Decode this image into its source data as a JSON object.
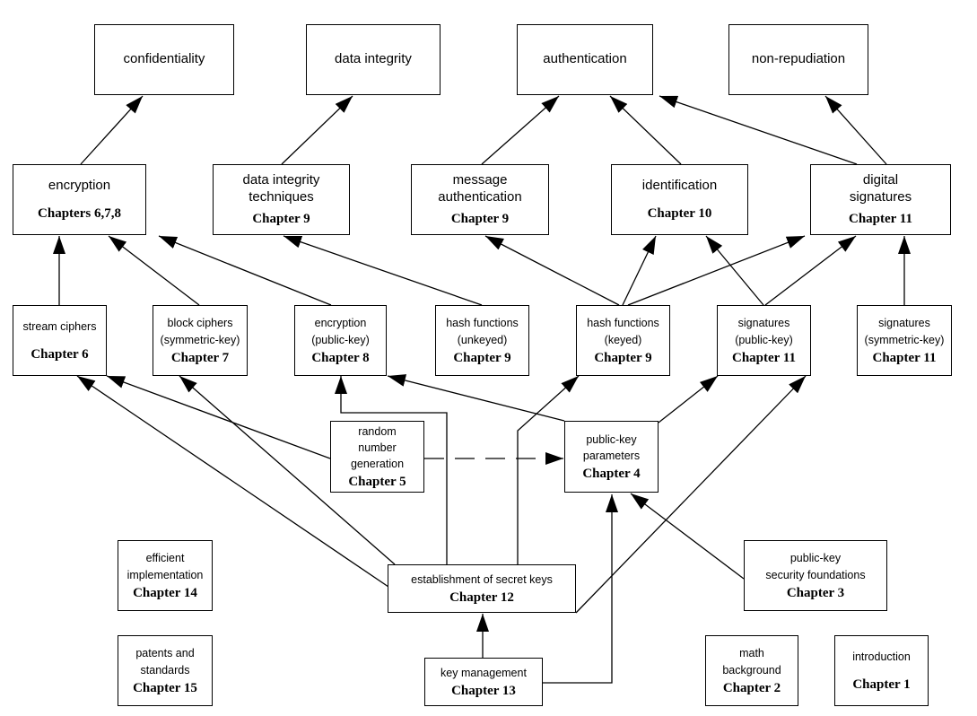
{
  "nodes": {
    "confidentiality": {
      "lines": [
        "confidentiality"
      ],
      "chapter": ""
    },
    "data_integrity": {
      "lines": [
        "data integrity"
      ],
      "chapter": ""
    },
    "authentication": {
      "lines": [
        "authentication"
      ],
      "chapter": ""
    },
    "non_repudiation": {
      "lines": [
        "non-repudiation"
      ],
      "chapter": ""
    },
    "encryption": {
      "lines": [
        "encryption"
      ],
      "chapter": "Chapters 6,7,8"
    },
    "data_integrity_techniques": {
      "lines": [
        "data integrity",
        "techniques"
      ],
      "chapter": "Chapter 9"
    },
    "message_authentication": {
      "lines": [
        "message",
        "authentication"
      ],
      "chapter": "Chapter 9"
    },
    "identification": {
      "lines": [
        "identification"
      ],
      "chapter": "Chapter 10"
    },
    "digital_signatures": {
      "lines": [
        "digital",
        "signatures"
      ],
      "chapter": "Chapter 11"
    },
    "stream_ciphers": {
      "lines": [
        "stream ciphers"
      ],
      "chapter": "Chapter 6"
    },
    "block_ciphers": {
      "lines": [
        "block ciphers",
        "(symmetric-key)"
      ],
      "chapter": "Chapter 7"
    },
    "encryption_public_key": {
      "lines": [
        "encryption",
        "(public-key)"
      ],
      "chapter": "Chapter 8"
    },
    "hash_unkeyed": {
      "lines": [
        "hash functions",
        "(unkeyed)"
      ],
      "chapter": "Chapter 9"
    },
    "hash_keyed": {
      "lines": [
        "hash functions",
        "(keyed)"
      ],
      "chapter": "Chapter 9"
    },
    "signatures_public_key": {
      "lines": [
        "signatures",
        "(public-key)"
      ],
      "chapter": "Chapter 11"
    },
    "signatures_symmetric_key": {
      "lines": [
        "signatures",
        "(symmetric-key)"
      ],
      "chapter": "Chapter 11"
    },
    "random_number_generation": {
      "lines": [
        "random",
        "number",
        "generation"
      ],
      "chapter": "Chapter 5"
    },
    "public_key_parameters": {
      "lines": [
        "public-key",
        "parameters"
      ],
      "chapter": "Chapter 4"
    },
    "efficient_implementation": {
      "lines": [
        "efficient",
        "implementation"
      ],
      "chapter": "Chapter 14"
    },
    "establishment_secret_keys": {
      "lines": [
        "establishment of secret keys"
      ],
      "chapter": "Chapter 12"
    },
    "public_key_security_foundations": {
      "lines": [
        "public-key",
        "security foundations"
      ],
      "chapter": "Chapter 3"
    },
    "patents_and_standards": {
      "lines": [
        "patents and",
        "standards"
      ],
      "chapter": "Chapter 15"
    },
    "key_management": {
      "lines": [
        "key management"
      ],
      "chapter": "Chapter 13"
    },
    "math_background": {
      "lines": [
        "math",
        "background"
      ],
      "chapter": "Chapter 2"
    },
    "introduction": {
      "lines": [
        "introduction"
      ],
      "chapter": "Chapter 1"
    }
  },
  "edges": [
    {
      "from": "encryption",
      "to": "confidentiality"
    },
    {
      "from": "data_integrity_techniques",
      "to": "data_integrity"
    },
    {
      "from": "message_authentication",
      "to": "authentication"
    },
    {
      "from": "identification",
      "to": "authentication"
    },
    {
      "from": "digital_signatures",
      "to": "authentication"
    },
    {
      "from": "digital_signatures",
      "to": "non_repudiation"
    },
    {
      "from": "stream_ciphers",
      "to": "encryption"
    },
    {
      "from": "block_ciphers",
      "to": "encryption"
    },
    {
      "from": "encryption_public_key",
      "to": "encryption"
    },
    {
      "from": "hash_unkeyed",
      "to": "data_integrity_techniques"
    },
    {
      "from": "hash_keyed",
      "to": "message_authentication"
    },
    {
      "from": "hash_keyed",
      "to": "identification"
    },
    {
      "from": "hash_keyed",
      "to": "digital_signatures"
    },
    {
      "from": "signatures_public_key",
      "to": "identification"
    },
    {
      "from": "signatures_public_key",
      "to": "digital_signatures"
    },
    {
      "from": "signatures_symmetric_key",
      "to": "digital_signatures"
    },
    {
      "from": "random_number_generation",
      "to": "stream_ciphers"
    },
    {
      "from": "random_number_generation",
      "to": "public_key_parameters"
    },
    {
      "from": "public_key_parameters",
      "to": "encryption_public_key"
    },
    {
      "from": "public_key_parameters",
      "to": "signatures_public_key"
    },
    {
      "from": "establishment_secret_keys",
      "to": "stream_ciphers"
    },
    {
      "from": "establishment_secret_keys",
      "to": "block_ciphers"
    },
    {
      "from": "establishment_secret_keys",
      "to": "encryption_public_key"
    },
    {
      "from": "establishment_secret_keys",
      "to": "hash_keyed"
    },
    {
      "from": "establishment_secret_keys",
      "to": "signatures_public_key"
    },
    {
      "from": "public_key_security_foundations",
      "to": "public_key_parameters"
    },
    {
      "from": "key_management",
      "to": "establishment_secret_keys"
    },
    {
      "from": "key_management",
      "to": "public_key_parameters"
    }
  ]
}
